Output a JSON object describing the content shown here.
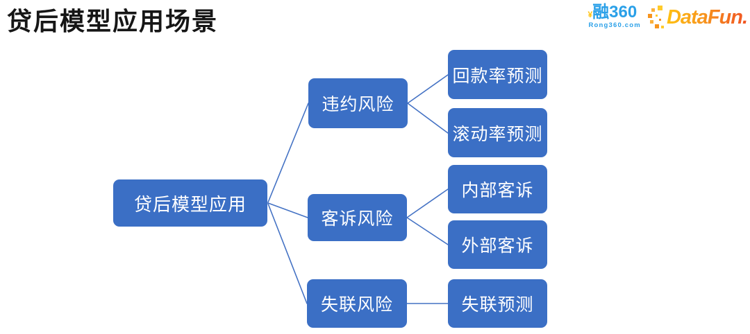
{
  "title": "贷后模型应用场景",
  "logos": {
    "rong360": {
      "wordmark": "融360",
      "accent": "¥",
      "subtext": "Rong360.com"
    },
    "datafun": {
      "wordmark": "DataFun."
    }
  },
  "diagram": {
    "root": {
      "label": "贷后模型应用"
    },
    "branches": [
      {
        "label": "违约风险",
        "children": [
          {
            "label": "回款率预测"
          },
          {
            "label": "滚动率预测"
          }
        ]
      },
      {
        "label": "客诉风险",
        "children": [
          {
            "label": "内部客诉"
          },
          {
            "label": "外部客诉"
          }
        ]
      },
      {
        "label": "失联风险",
        "children": [
          {
            "label": "失联预测"
          }
        ]
      }
    ]
  },
  "colors": {
    "node_fill": "#3B6FC5",
    "connector": "#4472C4",
    "node_text": "#FFFFFF",
    "title_text": "#161616",
    "rong360_blue": "#2AA0E8",
    "rong360_yellow": "#FFC20E",
    "datafun_gradient_start": "#FFC112",
    "datafun_gradient_end": "#F04E23"
  }
}
